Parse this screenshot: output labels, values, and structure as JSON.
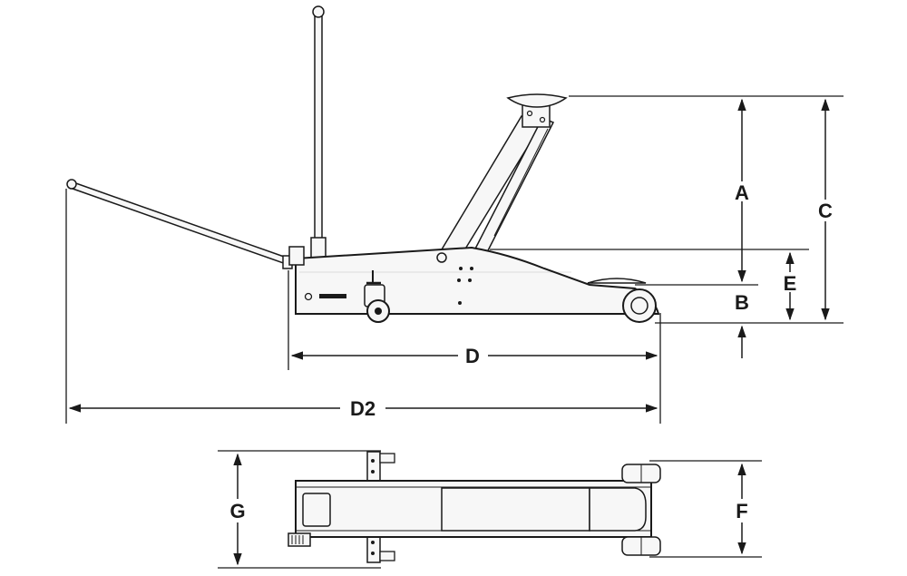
{
  "dimensions": {
    "a": "A",
    "b": "B",
    "c": "C",
    "d": "D",
    "d2": "D2",
    "e": "E",
    "f": "F",
    "g": "G"
  },
  "colors": {
    "line": "#1a1a1a",
    "background": "#ffffff",
    "body_fill": "#f7f7f7"
  }
}
